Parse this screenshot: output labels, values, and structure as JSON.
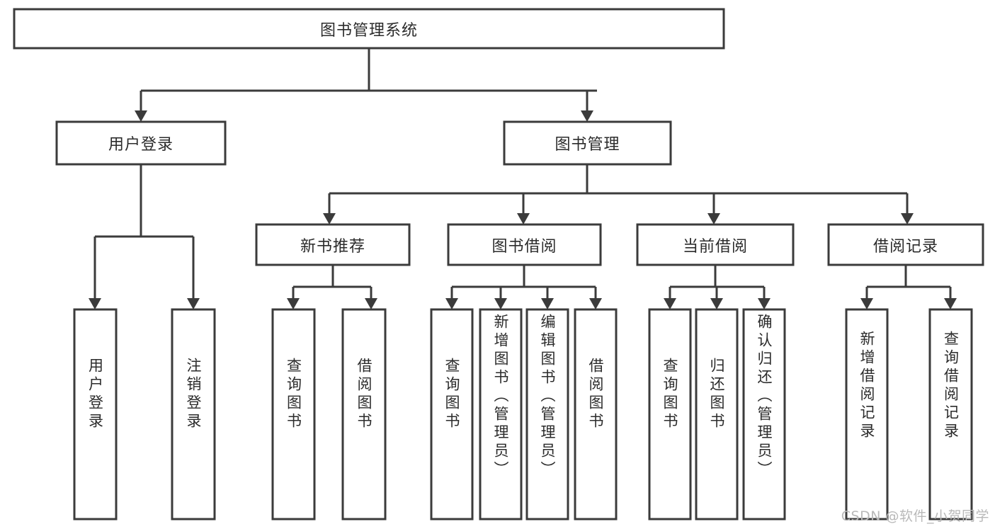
{
  "diagram": {
    "title": "图书管理系统",
    "type": "hierarchy-tree",
    "watermark": "CSDN @软件_小贺同学",
    "colors": {
      "stroke": "#3b3b3b",
      "fill": "#ffffff",
      "text": "#2b2b2b",
      "watermark": "#b9b9b9",
      "background": "#ffffff"
    },
    "root": {
      "label": "图书管理系统",
      "orientation": "horizontal"
    },
    "level2": [
      {
        "label": "用户登录",
        "orientation": "horizontal"
      },
      {
        "label": "图书管理",
        "orientation": "horizontal"
      }
    ],
    "level3": [
      {
        "label": "新书推荐",
        "orientation": "horizontal",
        "parent": "图书管理"
      },
      {
        "label": "图书借阅",
        "orientation": "horizontal",
        "parent": "图书管理"
      },
      {
        "label": "当前借阅",
        "orientation": "horizontal",
        "parent": "图书管理"
      },
      {
        "label": "借阅记录",
        "orientation": "horizontal",
        "parent": "图书管理"
      }
    ],
    "leaves": {
      "user_login": [
        {
          "label": "用户登录",
          "orientation": "vertical"
        },
        {
          "label": "注销登录",
          "orientation": "vertical"
        }
      ],
      "new_book_recommend": [
        {
          "label": "查询图书",
          "orientation": "vertical"
        },
        {
          "label": "借阅图书",
          "orientation": "vertical"
        }
      ],
      "book_borrow": [
        {
          "label": "查询图书",
          "orientation": "vertical"
        },
        {
          "label": "新增图书（管理员）",
          "orientation": "vertical"
        },
        {
          "label": "编辑图书（管理员）",
          "orientation": "vertical"
        },
        {
          "label": "借阅图书",
          "orientation": "vertical"
        }
      ],
      "current_borrow": [
        {
          "label": "查询图书",
          "orientation": "vertical"
        },
        {
          "label": "归还图书",
          "orientation": "vertical"
        },
        {
          "label": "确认归还（管理员）",
          "orientation": "vertical"
        }
      ],
      "borrow_record": [
        {
          "label": "新增借阅记录",
          "orientation": "vertical"
        },
        {
          "label": "查询借阅记录",
          "orientation": "vertical"
        }
      ]
    }
  }
}
